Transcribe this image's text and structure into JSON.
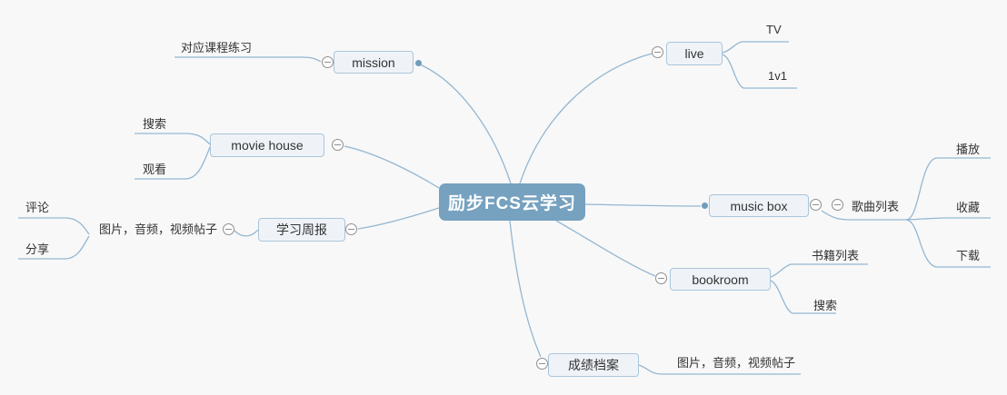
{
  "title": "励步FCS云学习 mind map",
  "colors": {
    "background": "#f8f8f8",
    "root_fill": "#76a1bf",
    "root_text": "#ffffff",
    "node_fill": "#eff3f8",
    "node_border": "#a9c6db",
    "node_text": "#333333",
    "edge_line": "#94b7d1",
    "expander_ring": "#8f8f8f",
    "connection_dot": "#6f9cba"
  },
  "tree": {
    "label": "励步FCS云学习",
    "children": [
      {
        "label": "mission",
        "side": "left",
        "children": [
          {
            "label": "对应课程练习"
          }
        ]
      },
      {
        "label": "movie house",
        "side": "left",
        "children": [
          {
            "label": "搜索"
          },
          {
            "label": "观看"
          }
        ]
      },
      {
        "label": "学习周报",
        "side": "left",
        "children": [
          {
            "label": "图片，音频，视频帖子",
            "children": [
              {
                "label": "评论"
              },
              {
                "label": "分享"
              }
            ]
          }
        ]
      },
      {
        "label": "live",
        "side": "right",
        "children": [
          {
            "label": "TV"
          },
          {
            "label": "1v1"
          }
        ]
      },
      {
        "label": "music box",
        "side": "right",
        "children": [
          {
            "label": "歌曲列表",
            "children": [
              {
                "label": "播放"
              },
              {
                "label": "收藏"
              },
              {
                "label": "下载"
              }
            ]
          }
        ]
      },
      {
        "label": "bookroom",
        "side": "right",
        "children": [
          {
            "label": "书籍列表"
          },
          {
            "label": "搜索"
          }
        ]
      },
      {
        "label": "成绩档案",
        "side": "right",
        "children": [
          {
            "label": "图片，音频，视频帖子"
          }
        ]
      }
    ]
  }
}
